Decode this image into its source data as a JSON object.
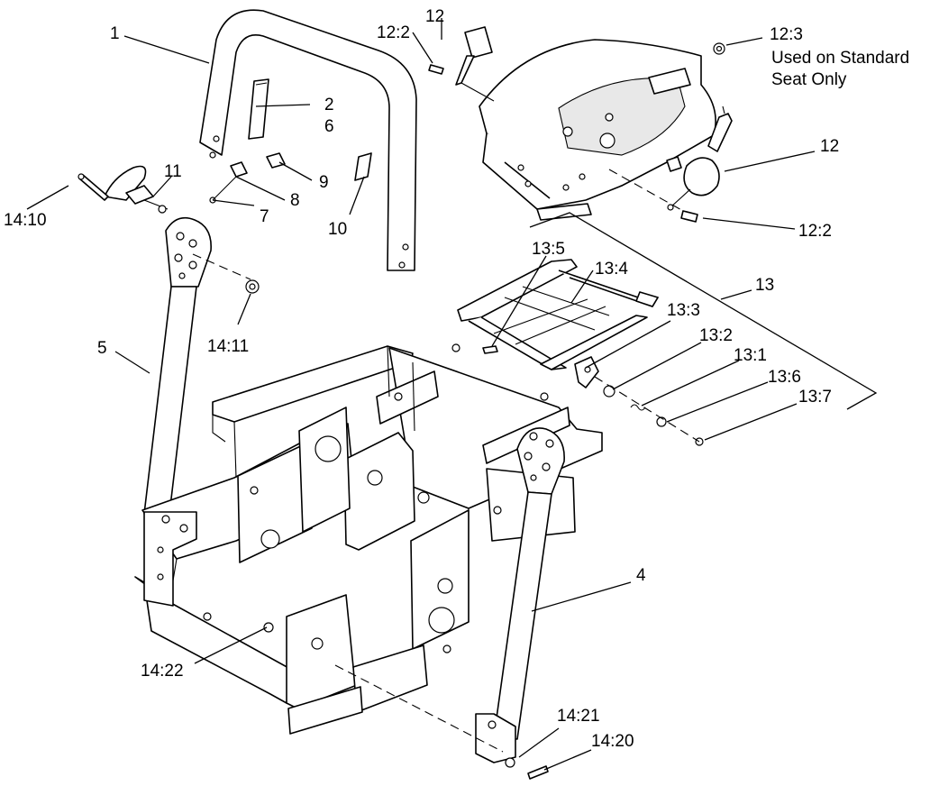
{
  "callouts": {
    "c1": "1",
    "c2": "2",
    "c6": "6",
    "c7": "7",
    "c8": "8",
    "c9": "9",
    "c10": "10",
    "c11": "11",
    "c12_top": "12",
    "c12_right": "12",
    "c12_2_top": "12:2",
    "c12_2_right": "12:2",
    "c12_3": "12:3",
    "c13": "13",
    "c13_1": "13:1",
    "c13_2": "13:2",
    "c13_3": "13:3",
    "c13_4": "13:4",
    "c13_5": "13:5",
    "c13_6": "13:6",
    "c13_7": "13:7",
    "c14_10": "14:10",
    "c14_11": "14:11",
    "c14_20": "14:20",
    "c14_21": "14:21",
    "c14_22": "14:22",
    "c5": "5",
    "c4": "4"
  },
  "note": {
    "line1": "Used on Standard",
    "line2": "Seat Only"
  },
  "colors": {
    "ink": "#000000",
    "paper": "#ffffff"
  }
}
